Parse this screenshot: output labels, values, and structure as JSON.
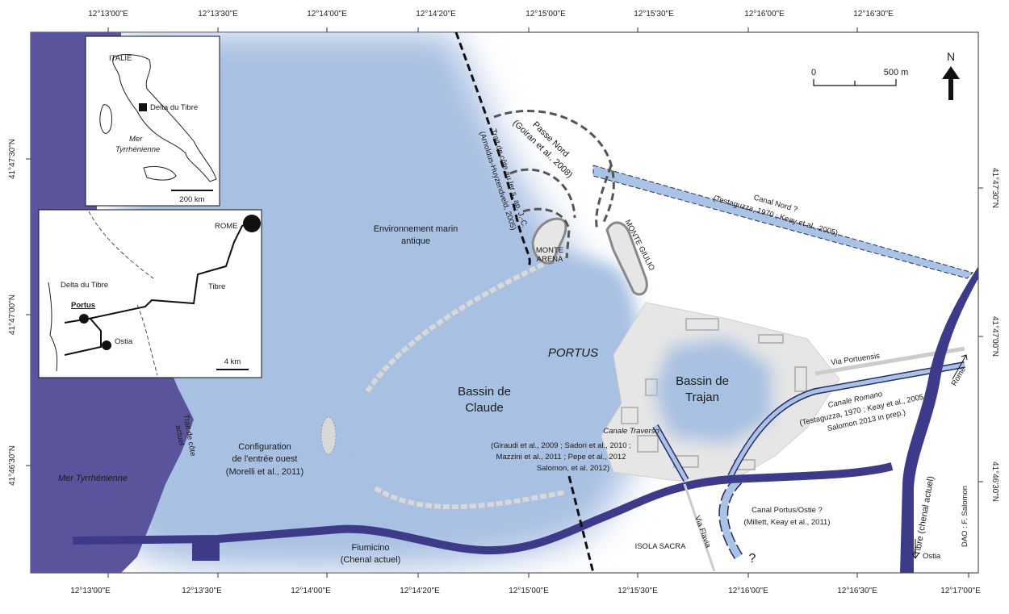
{
  "coords": {
    "top": [
      "12°13'00\"E",
      "12°13'30\"E",
      "12°14'00\"E",
      "12°14'20\"E",
      "12°15'00\"E",
      "12°15'30\"E",
      "12°16'00\"E",
      "12°16'30\"E"
    ],
    "bottom": [
      "12°13'00\"E",
      "12°13'30\"E",
      "12°14'00\"E",
      "12°14'20\"E",
      "12°15'00\"E",
      "12°15'30\"E",
      "12°16'00\"E",
      "12°16'30\"E",
      "12°17'00\"E"
    ],
    "left": [
      "41°47'30\"N",
      "41°47'00\"N",
      "41°46'30\"N"
    ],
    "right": [
      "41°47'30\"N",
      "41°47'00\"N",
      "41°46'30\"N"
    ]
  },
  "scale": {
    "zero": "0",
    "end": "500 m"
  },
  "north": "N",
  "inset_italy": {
    "country": "ITALIE",
    "delta": "Delta du Tibre",
    "sea_line1": "Mer",
    "sea_line2": "Tyrrhénienne",
    "scale": "200 km"
  },
  "inset_region": {
    "rome": "ROME",
    "delta": "Delta du Tibre",
    "tibre": "Tibre",
    "portus": "Portus",
    "ostia": "Ostia",
    "scale": "4 km"
  },
  "labels": {
    "env_line1": "Environnement marin",
    "env_line2": "antique",
    "portus": "PORTUS",
    "claude_line1": "Bassin de",
    "claude_line2": "Claude",
    "trajan_line1": "Bassin de",
    "trajan_line2": "Trajan",
    "config_line1": "Configuration",
    "config_line2": "de l'entrée ouest",
    "config_line3": "(Morelli et al., 2011)",
    "mer": "Mer Tyrrhénienne",
    "trait_actuel_line1": "Trait de côte",
    "trait_actuel_line2": "actuel",
    "fiumicino_line1": "Fiumicino",
    "fiumicino_line2": "(Chenal actuel)",
    "monte_arena_line1": "MONTE",
    "monte_arena_line2": "ARENA",
    "monte_giulio": "MONTE GIULIO",
    "passe_line1": "Passe Nord",
    "passe_line2": "(Goiran et al., 2008)",
    "trait_ier_line1": "Trait de côte au Ier s. ap. J.-C.",
    "trait_ier_line2": "(Arnoldus-Huyzendveld, 2005)",
    "canal_nord_line1": "Canal Nord ?",
    "canal_nord_line2": "(Testaguzza, 1970 ; Keay et al., 2005)",
    "via_portuensis": "Via Portuensis",
    "rome_arrow": "Rome",
    "romano_line1": "Canale Romano",
    "romano_line2": "(Testaguzza, 1970 ; Keay et al., 2005",
    "romano_line3": "Salomon 2013 in prep.)",
    "traverso_title": "Canale Traverso",
    "traverso_line1": "(Giraudi et al., 2009 ; Sadori et al., 2010 ;",
    "traverso_line2": "Mazzini et al., 2011 ; Pepe et al., 2012",
    "traverso_line3": "Salomon, et al. 2012)",
    "via_flavia": "Via Flavia",
    "isola_sacra": "ISOLA SACRA",
    "canal_po_line1": "Canal Portus/Ostie ?",
    "canal_po_line2": "(Millett, Keay et al., 2011)",
    "question": "?",
    "tibre_chenal": "Tibre (chenal actuel)",
    "ostia_arrow": "Ostia",
    "dao": "DAO : F. Salomon"
  },
  "colors": {
    "sea": "#5a549c",
    "lagoon": "#a8c0e2",
    "channel": "#3e3a8a",
    "canal": "#a9c3e4",
    "structure": "#e6e6e6",
    "dashed": "#555555"
  }
}
